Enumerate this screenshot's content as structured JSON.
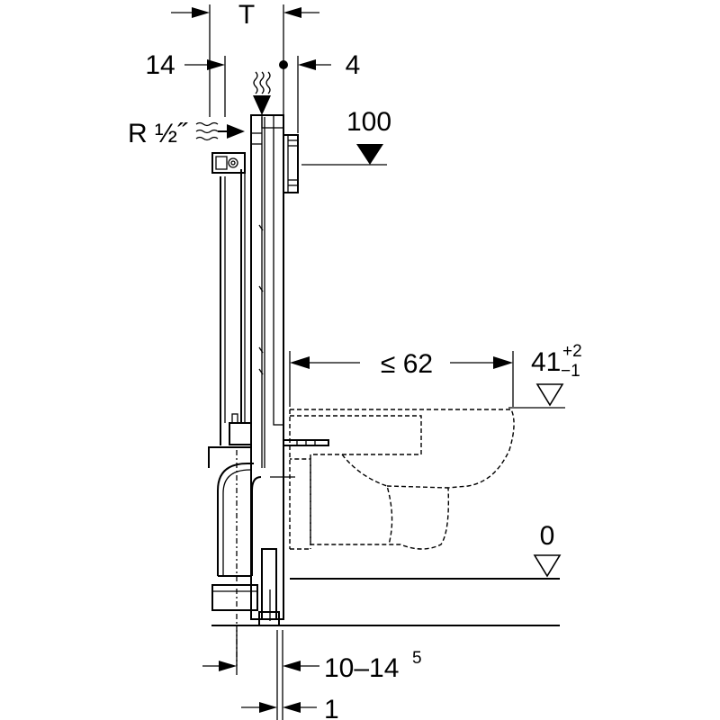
{
  "labels": {
    "depth": "T",
    "offset_14": "14",
    "offset_4": "4",
    "water_connection": "R ½˝",
    "height_100": "100",
    "projection": "≤ 62",
    "seat_height": "41",
    "seat_height_tol_plus": "+2",
    "seat_height_tol_minus": "−1",
    "floor_level": "0",
    "range_base": "10–14",
    "range_sup": "5",
    "gap_1": "1"
  },
  "colors": {
    "stroke": "#000000",
    "background": "#ffffff"
  }
}
